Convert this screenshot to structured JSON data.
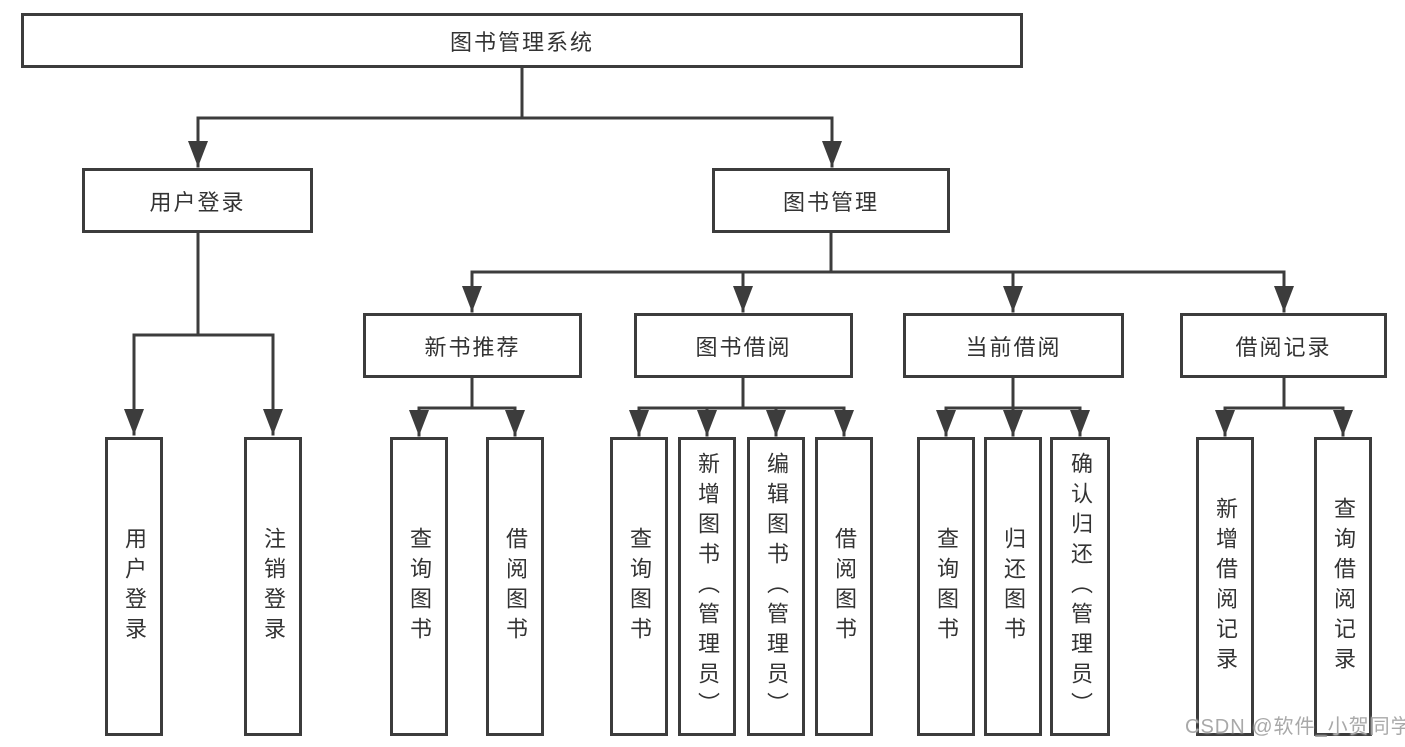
{
  "diagram_title": "图书管理系统",
  "tree": {
    "root": {
      "label": "图书管理系统"
    },
    "branches": [
      {
        "label": "用户登录",
        "children": [
          {
            "label": "用户登录"
          },
          {
            "label": "注销登录"
          }
        ]
      },
      {
        "label": "图书管理",
        "children": [
          {
            "label": "新书推荐",
            "children": [
              {
                "label": "查询图书"
              },
              {
                "label": "借阅图书"
              }
            ]
          },
          {
            "label": "图书借阅",
            "children": [
              {
                "label": "查询图书"
              },
              {
                "label": "新增图书（管理员）"
              },
              {
                "label": "编辑图书（管理员）"
              },
              {
                "label": "借阅图书"
              }
            ]
          },
          {
            "label": "当前借阅",
            "children": [
              {
                "label": "查询图书"
              },
              {
                "label": "归还图书"
              },
              {
                "label": "确认归还（管理员）"
              }
            ]
          },
          {
            "label": "借阅记录",
            "children": [
              {
                "label": "新增借阅记录"
              },
              {
                "label": "查询借阅记录"
              }
            ]
          }
        ]
      }
    ]
  },
  "watermark": {
    "text": "CSDN @软件_小贺同学"
  },
  "colors": {
    "line": "#3c3c3c",
    "box_border": "#3c3c3c",
    "text": "#333333",
    "watermark": "#a9a9a9",
    "background": "#ffffff"
  }
}
